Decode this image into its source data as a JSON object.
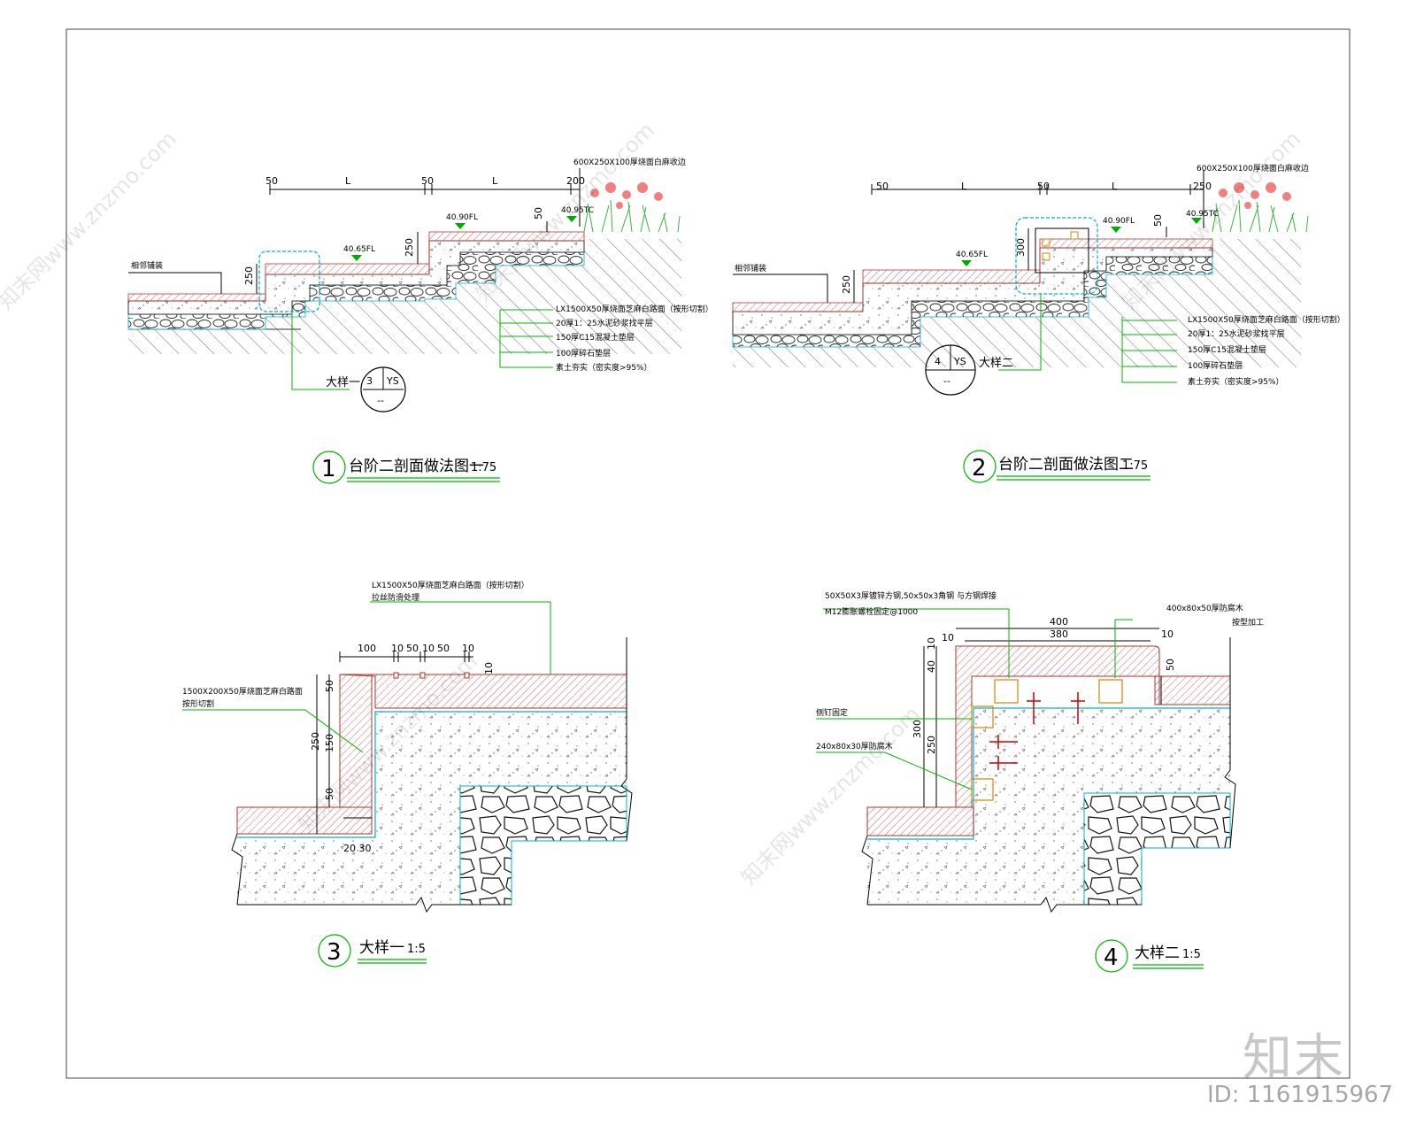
{
  "watermark": {
    "logo": "知末",
    "id_text": "ID: 1161915967",
    "site_text": "知末网www.znzmo.com"
  },
  "section1": {
    "number": "1",
    "title": "台阶二剖面做法图一",
    "scale": "1:75",
    "dims_top": [
      "50",
      "L",
      "50",
      "L",
      "200"
    ],
    "dim_250a": "250",
    "dim_250b": "250",
    "dim_50": "50",
    "elev": [
      "40.65FL",
      "40.90FL",
      "40.95TC"
    ],
    "top_note": "600X250X100厚烧面白麻收边",
    "left_note": "相邻铺装",
    "layers": [
      "LX1500X50厚烧面芝麻白路面（按形切割）",
      "20厚1：25水泥砂浆找平层",
      "150厚C15混凝土垫层",
      "100厚碎石垫层",
      "素土夯实（密实度>95%）"
    ],
    "callout_label": "大样一",
    "callout_num": "3",
    "callout_sheet": "YS",
    "callout_dash": "--"
  },
  "section2": {
    "number": "2",
    "title": "台阶二剖面做法图二",
    "scale": "1:75",
    "dims_top": [
      "50",
      "L",
      "50",
      "L",
      "250"
    ],
    "dim_250": "250",
    "dim_300": "300",
    "dim_50": "50",
    "elev": [
      "40.65FL",
      "40.90FL",
      "40.95TC"
    ],
    "top_note": "600X250X100厚烧面白麻收边",
    "left_note": "相邻铺装",
    "layers": [
      "LX1500X50厚烧面芝麻白路面（按形切割）",
      "20厚1：25水泥砂浆找平层",
      "150厚C15混凝土垫层",
      "100厚碎石垫层",
      "素土夯实（密实度>95%）"
    ],
    "callout_label": "大样二",
    "callout_num": "4",
    "callout_sheet": "YS",
    "callout_dash": "--"
  },
  "detail3": {
    "number": "3",
    "title": "大样一",
    "scale": "1:5",
    "top_note_1": "LX1500X50厚烧面芝麻白路面（按形切割）",
    "top_note_2": "拉丝防滑处理",
    "left_note_1": "1500X200X50厚烧面芝麻白路面",
    "left_note_2": "按形切割",
    "dims_h": [
      "100",
      "10",
      "50",
      "10",
      "50",
      "10"
    ],
    "dim_10": "10",
    "dims_v": [
      "50",
      "150",
      "250",
      "50"
    ],
    "dim_bottom": "20 30"
  },
  "detail4": {
    "number": "4",
    "title": "大样二",
    "scale": "1:5",
    "note_1": "50X50X3厚镀锌方钢,50x50x3角钢 与方钢焊接",
    "note_2": "M12膨胀螺栓固定@1000",
    "note_3": "400x80x50厚防腐木",
    "note_4": "按型加工",
    "note_5": "侧钉固定",
    "note_6": "240x80x30厚防腐木",
    "dim_400": "400",
    "dim_380": "380",
    "dim_10a": "10",
    "dim_10b": "10",
    "dim_10c": "10",
    "dim_40": "40",
    "dim_50": "50",
    "dim_300": "300",
    "dim_250": "250"
  }
}
